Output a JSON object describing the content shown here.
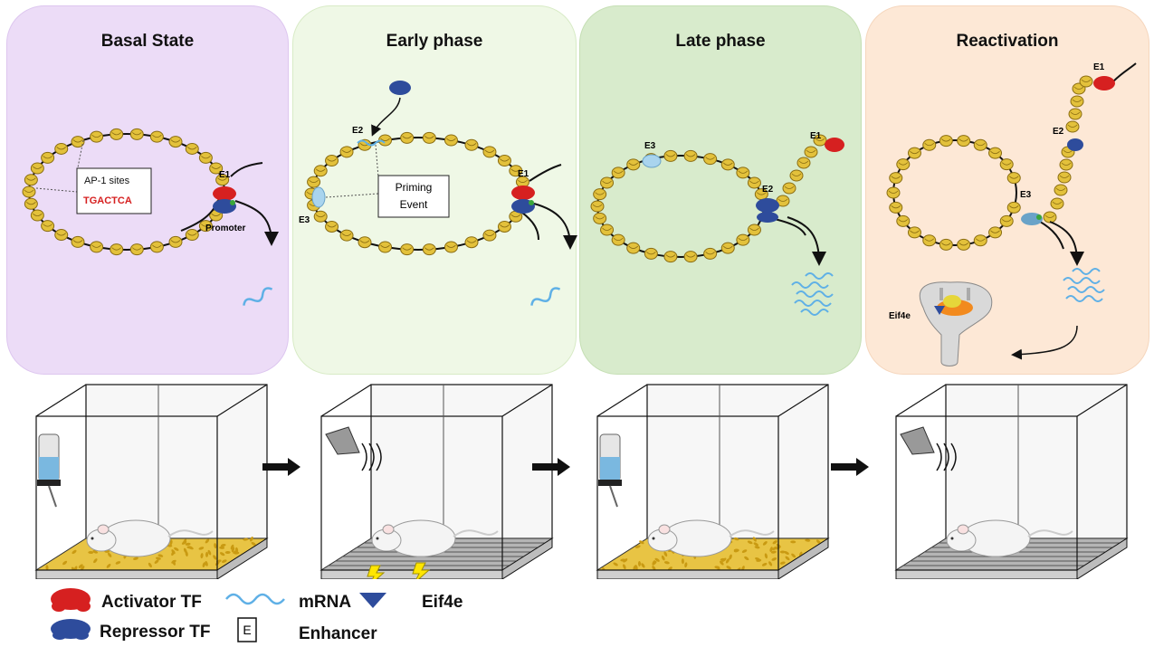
{
  "panels": [
    {
      "title": "Basal State",
      "color": "#ecdcf7",
      "border": "#ddc6ef"
    },
    {
      "title": "Early phase",
      "color": "#eff8e6",
      "border": "#d8ebc6"
    },
    {
      "title": "Late phase",
      "color": "#d8ebcc",
      "border": "#c5dfb4"
    },
    {
      "title": "Reactivation",
      "color": "#fde8d6",
      "border": "#f5d6bd"
    }
  ],
  "labels": {
    "ap1": "AP-1 sites",
    "motif": "TGACTCA",
    "promoter": "Promoter",
    "priming_line1": "Priming",
    "priming_line2": "Event",
    "e1": "E1",
    "e2": "E2",
    "e3": "E3",
    "eif4e": "Eif4e"
  },
  "legend": {
    "activator": "Activator TF",
    "repressor": "Repressor TF",
    "mrna": "mRNA",
    "enhancer_box": "E",
    "enhancer": "Enhancer",
    "eif4e": "Eif4e"
  },
  "colors": {
    "nucleosome": "#e3c13b",
    "activator": "#d62020",
    "repressor": "#2e4c9c",
    "mrna": "#5fb0e6",
    "eif4e": "#2e4c9c"
  }
}
